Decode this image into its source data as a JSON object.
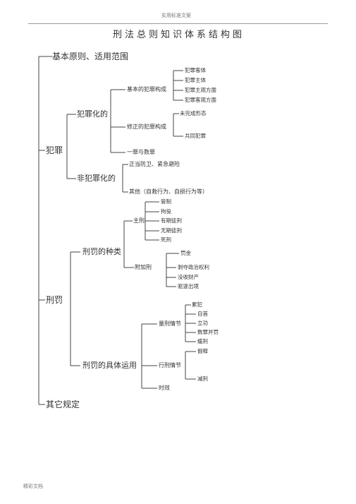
{
  "header": "实用标准文案",
  "footer": "精彩文档",
  "title": "刑法总则知识体系结构图",
  "tree": {
    "principles": "基本原则、适用范围",
    "crime": "犯罪",
    "crimeSide": "犯罪化的",
    "basicConst": "基本的犯罪构成",
    "crimeObject": "犯罪客体",
    "crimeSubject": "犯罪主体",
    "subjectiveAspect": "犯罪主观方面",
    "objectiveAspect": "犯罪客观方面",
    "modifiedConst": "修正的犯罪构成",
    "incomplete": "未完成形态",
    "joint": "共同犯罪",
    "oneAndMany": "一罪与数罪",
    "nonCrime": "非犯罪化的",
    "selfDefense": "正当防卫、紧急避险",
    "otherNonCrime": "其他（自救行为、自损行为等）",
    "penalty": "刑罚",
    "penaltyTypes": "刑罚的种类",
    "principal": "主刑",
    "control": "管制",
    "detention": "拘役",
    "fixedTerm": "有期徒刑",
    "lifeTerm": "无期徒刑",
    "death": "死刑",
    "supplementary": "附加刑",
    "fine": "罚金",
    "deprivation": "剥夺政治权利",
    "confiscation": "没收财产",
    "deportation": "驱逐出境",
    "penaltyApplication": "刑罚的具体运用",
    "sentencing": "量刑情节",
    "recidivism": "累犯",
    "surrender": "自首",
    "merit": "立功",
    "combined": "数罪并罚",
    "probation": "缓刑",
    "execution": "行刑情节",
    "parole": "假释",
    "commutation": "减刑",
    "limitation": "时效",
    "otherProvisions": "其它规定"
  }
}
